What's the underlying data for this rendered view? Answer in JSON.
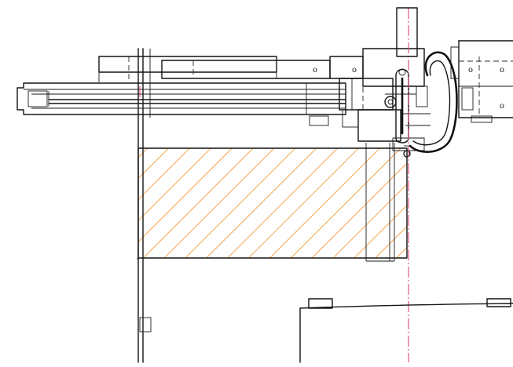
{
  "drawing": {
    "marks": [
      "o",
      "o",
      "o",
      "o",
      "o"
    ],
    "colors": {
      "line": "#141414",
      "background": "#ffffff",
      "hatch": "#f58a1f",
      "centerline": "#e0457b"
    },
    "components": {
      "gripper": "hook-icon",
      "hatched_block": "hatch-pattern"
    }
  }
}
